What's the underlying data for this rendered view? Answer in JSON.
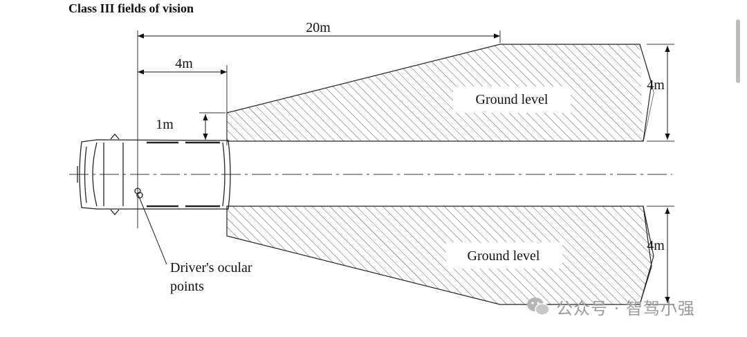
{
  "title": "Class III fields of vision",
  "dimensions": {
    "top_length": "20m",
    "near_length": "4m",
    "lateral_offset": "1m",
    "width_upper": "4m",
    "width_lower": "4m"
  },
  "zones": {
    "upper_label": "Ground level",
    "lower_label": "Ground level"
  },
  "driver_label_line1": "Driver's ocular",
  "driver_label_line2": "points",
  "watermark": {
    "text": "公众号 · 智驾小强",
    "icon": "wechat-icon"
  },
  "colors": {
    "line": "#222222",
    "hatch": "#555555",
    "watermark": "#9a9a9a"
  }
}
